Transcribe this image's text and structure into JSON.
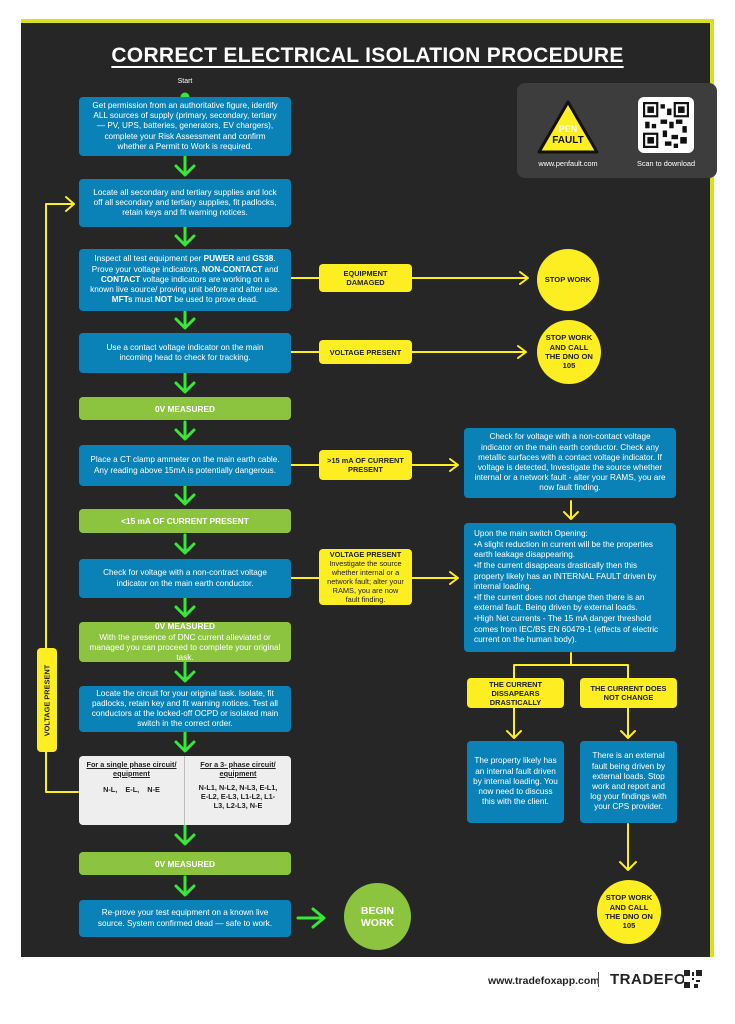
{
  "title": "CORRECT ELECTRICAL ISOLATION PROCEDURE",
  "start_label": "Start",
  "steps": {
    "s1": "Get permission from an authoritative figure, identify ALL sources of supply (primary, secondary, tertiary — PV, UPS, batteries, generators, EV chargers), complete your Risk Assessment and confirm whether a Permit to Work is required.",
    "s2": "Locate all secondary and tertiary supplies and lock off all secondary and tertiary supplies, fit padlocks, retain keys and fit warning notices.",
    "s3": "Inspect all test equipment per PUWER and GS38. Prove your voltage indicators, NON-CONTACT and CONTACT voltage indicators are working on a known live source/ proving unit before and after use. MFTs must NOT be used to prove dead.",
    "s4": "Use a contact voltage indicator on the main incoming head to check for tracking.",
    "s5": "Place a CT clamp ammeter on the main earth cable. Any reading above 15mA is potentially dangerous.",
    "s6": "Check for voltage with a non-contract voltage indicator on the main earth conductor.",
    "s7": "Locate the circuit for your original task. Isolate, fit padlocks, retain key and fit warning notices. Test all conductors at the locked-off OCPD or isolated main switch in the correct order.",
    "s8": "Re-prove your test equipment on a known live source. System confirmed dead — safe to work."
  },
  "green": {
    "g1": "0V MEASURED",
    "g2": "<15 mA OF CURRENT PRESENT",
    "g3_title": "0V MEASURED",
    "g3_body": "With the presence of DNC current alleviated or managed you can proceed to complete your original task.",
    "g4": "0V MEASURED"
  },
  "tests": {
    "single_title": "For a single phase circuit/ equipment",
    "single_body": "N-L,    E-L,    N-E",
    "three_title": "For a 3- phase circuit/ equipment",
    "three_body": "N-L1, N-L2, N-L3, E-L1, E-L2, E-L3, L1-L2, L1-L3, L2-L3, N-E"
  },
  "branches": {
    "equipment_damaged": "EQUIPMENT DAMAGED",
    "stop_work": "STOP WORK",
    "voltage_present_1": "VOLTAGE PRESENT",
    "stop_work_dno_1": "STOP WORK AND CALL THE DNO ON 105",
    "current_present": ">15 mA OF CURRENT PRESENT",
    "check_voltage": "Check for voltage with a non-contact voltage indicator on the main earth conductor. Check any metallic surfaces with a contact voltage indicator. If voltage is detected, Investigate the source whether internal or a network fault - alter your RAMS, you are now fault finding.",
    "voltage_present_2_title": "VOLTAGE PRESENT",
    "voltage_present_2_body": "Investigate the source whether internal or a network fault; alter your RAMS, you are now fault finding.",
    "main_switch_title": "Upon the main switch Opening:",
    "main_switch_b1": "•A slight reduction in current will be the properties earth leakage disappearing.",
    "main_switch_b2": "•If the current disappears drastically then this property likely has an INTERNAL FAULT driven by internal loading.",
    "main_switch_b3": "•If the current does not change then there is an external fault. Being driven by external loads.",
    "main_switch_b4": "•High Net currents -  The 15 mA danger threshold comes from IEC/BS EN 60479-1 (effects of  electric current on the human body).",
    "disappears": "THE CURRENT DISSAPEARS DRASTICALLY",
    "no_change": "THE CURRENT DOES NOT CHANGE",
    "internal_fault": "The property likely has an internal fault driven by internal loading. You now need to discuss this with the client.",
    "external_fault": "There is an external fault being driven by external loads. Stop work and report and log your findings with your CPS provider.",
    "stop_work_dno_2": "STOP WORK AND CALL THE DNO ON 105",
    "voltage_present_vertical": "VOLTAGE PRESENT",
    "begin_work": "BEGIN WORK"
  },
  "logo": {
    "pen": "PEN",
    "fault": "FAULT",
    "url": "www.penfault.com",
    "scan": "Scan to download"
  },
  "footer": {
    "url": "www.tradefoxapp.com",
    "brand": "TRADEFOX"
  },
  "colors": {
    "background": "#262626",
    "blue": "#0a82b8",
    "green": "#8cc43f",
    "yellow": "#fcee21",
    "arrow_green": "#39e639"
  }
}
